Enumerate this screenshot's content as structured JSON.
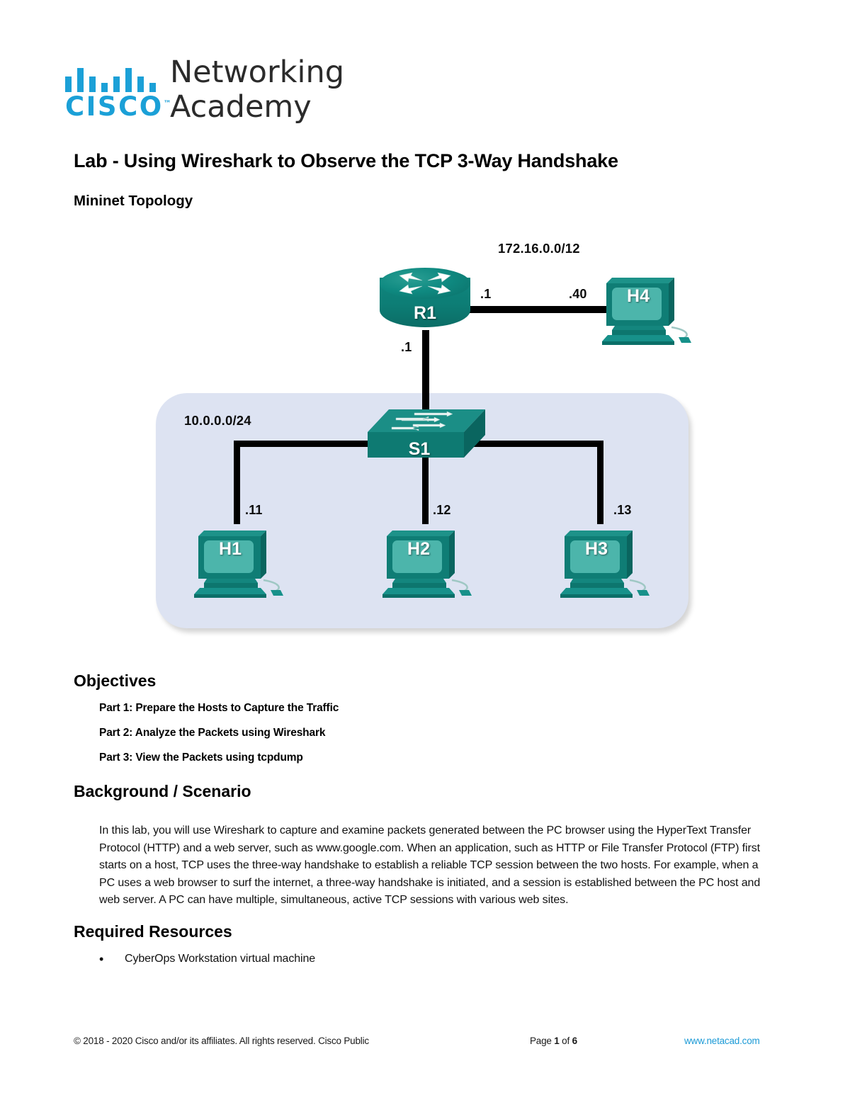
{
  "logo": {
    "brand": "CISCO",
    "trademark": "™",
    "line1": "Networking",
    "line2": "Academy",
    "brand_color": "#1ba0d7"
  },
  "document": {
    "title": "Lab - Using Wireshark to Observe the TCP 3-Way Handshake",
    "topology_heading": "Mininet Topology"
  },
  "topology": {
    "wan_network": "172.16.0.0/12",
    "lan_network": "10.0.0.0/24",
    "router": {
      "name": "R1",
      "wan_interface": ".1",
      "lan_interface": ".1"
    },
    "switch": {
      "name": "S1"
    },
    "hosts": [
      {
        "name": "H4",
        "address": ".40"
      },
      {
        "name": "H1",
        "address": ".11"
      },
      {
        "name": "H2",
        "address": ".12"
      },
      {
        "name": "H3",
        "address": ".13"
      }
    ],
    "zone_color": "#dde3f2",
    "device_color": "#0d7d75"
  },
  "objectives": {
    "heading": "Objectives",
    "items": [
      "Part 1: Prepare the Hosts to Capture the Traffic",
      "Part 2: Analyze the Packets using Wireshark",
      "Part 3: View the Packets using tcpdump"
    ]
  },
  "background": {
    "heading": "Background / Scenario",
    "paragraph": "In this lab, you will use Wireshark to capture and examine packets generated between the PC browser using the HyperText Transfer Protocol (HTTP) and a web server, such as www.google.com. When an application, such as HTTP or File Transfer Protocol (FTP) first starts on a host, TCP uses the three-way handshake to establish a reliable TCP session between the two hosts. For example, when a PC uses a web browser to surf the internet, a three-way handshake is initiated, and a session is established between the PC host and web server. A PC can have multiple, simultaneous, active TCP sessions with various web sites."
  },
  "resources": {
    "heading": "Required Resources",
    "bullet": "•",
    "items": [
      "CyberOps Workstation virtual machine"
    ]
  },
  "footer": {
    "copyright": "© 2018 - 2020 Cisco and/or its affiliates. All rights reserved. Cisco Public",
    "page_prefix": "Page ",
    "page_current": "1",
    "page_mid": " of ",
    "page_total": "6",
    "link": "www.netacad.com",
    "link_color": "#1b9ad6"
  }
}
